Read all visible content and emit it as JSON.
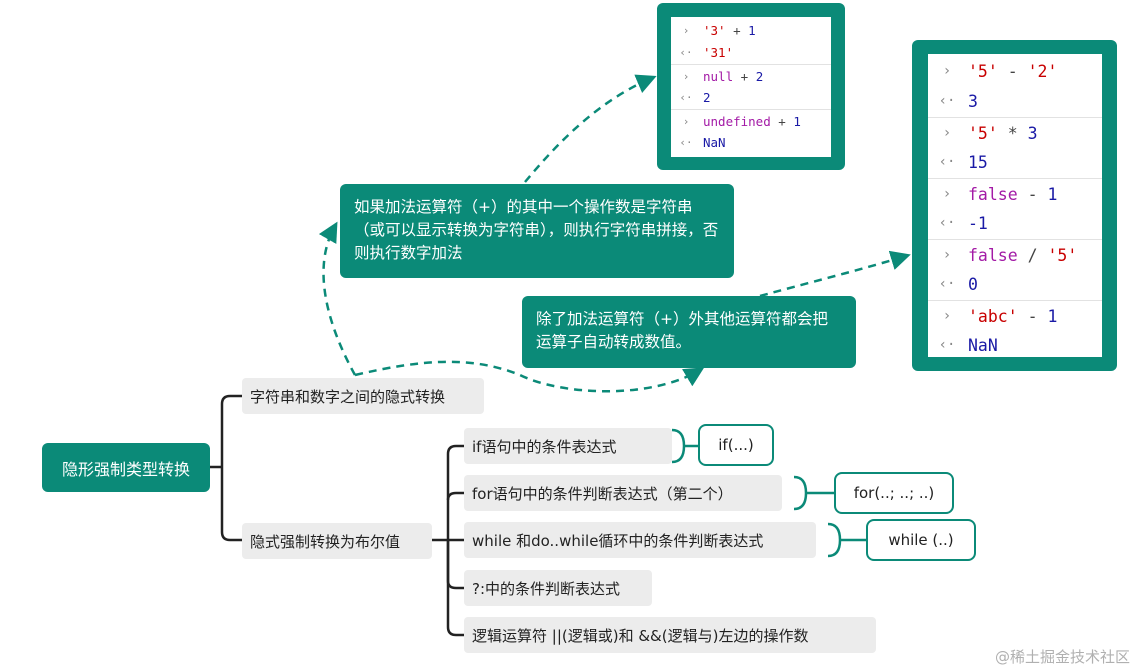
{
  "root": {
    "label": "隐形强制类型转换"
  },
  "branch_string_number": {
    "label": "字符串和数字之间的隐式转换"
  },
  "branch_boolean": {
    "label": "隐式强制转换为布尔值"
  },
  "note_plus": {
    "text": "如果加法运算符（+）的其中一个操作数是字符串（或可以显示转换为字符串），则执行字符串拼接，否则执行数字加法"
  },
  "note_other": {
    "text": "除了加法运算符（+）外其他运算符都会把运算子自动转成数值。"
  },
  "bool_items": [
    {
      "label": "if语句中的条件表达式",
      "example": "if(...)"
    },
    {
      "label": "for语句中的条件判断表达式（第二个）",
      "example": "for(..; ..; ..)"
    },
    {
      "label": "while 和do..while循环中的条件判断表达式",
      "example": "while (..)"
    },
    {
      "label": "?:中的条件判断表达式",
      "example": ""
    },
    {
      "label": "逻辑运算符 ||(逻辑或)和 &&(逻辑与)左边的操作数",
      "example": ""
    }
  ],
  "console_plus": {
    "prompt_glyph": "›",
    "result_glyph": "‹·",
    "entries": [
      {
        "input": [
          {
            "t": "'3'",
            "c": "tok-str"
          },
          {
            "t": " + ",
            "c": "tok-op"
          },
          {
            "t": "1",
            "c": "tok-num"
          }
        ],
        "result": "'31'",
        "result_class": "tok-res-str"
      },
      {
        "input": [
          {
            "t": "null",
            "c": "tok-kw"
          },
          {
            "t": " + ",
            "c": "tok-op"
          },
          {
            "t": "2",
            "c": "tok-num"
          }
        ],
        "result": "2",
        "result_class": "tok-res"
      },
      {
        "input": [
          {
            "t": "undefined",
            "c": "tok-kw"
          },
          {
            "t": " + ",
            "c": "tok-op"
          },
          {
            "t": "1",
            "c": "tok-num"
          }
        ],
        "result": "NaN",
        "result_class": "tok-nan"
      }
    ]
  },
  "console_other": {
    "prompt_glyph": "›",
    "result_glyph": "‹·",
    "entries": [
      {
        "input": [
          {
            "t": "'5'",
            "c": "tok-str"
          },
          {
            "t": " - ",
            "c": "tok-op"
          },
          {
            "t": "'2'",
            "c": "tok-str"
          }
        ],
        "result": "3",
        "result_class": "tok-res"
      },
      {
        "input": [
          {
            "t": "'5'",
            "c": "tok-str"
          },
          {
            "t": " * ",
            "c": "tok-op"
          },
          {
            "t": "3",
            "c": "tok-num"
          }
        ],
        "result": "15",
        "result_class": "tok-res"
      },
      {
        "input": [
          {
            "t": "false",
            "c": "tok-kw"
          },
          {
            "t": " - ",
            "c": "tok-op"
          },
          {
            "t": "1",
            "c": "tok-num"
          }
        ],
        "result": "-1",
        "result_class": "tok-res"
      },
      {
        "input": [
          {
            "t": "false",
            "c": "tok-kw"
          },
          {
            "t": " / ",
            "c": "tok-op"
          },
          {
            "t": "'5'",
            "c": "tok-str"
          }
        ],
        "result": "0",
        "result_class": "tok-res"
      },
      {
        "input": [
          {
            "t": "'abc'",
            "c": "tok-str"
          },
          {
            "t": " - ",
            "c": "tok-op"
          },
          {
            "t": "1",
            "c": "tok-num"
          }
        ],
        "result": "NaN",
        "result_class": "tok-nan"
      }
    ]
  },
  "watermark": "@稀土掘金技术社区",
  "colors": {
    "accent": "#0b8a78",
    "node_gray": "#ececec"
  }
}
